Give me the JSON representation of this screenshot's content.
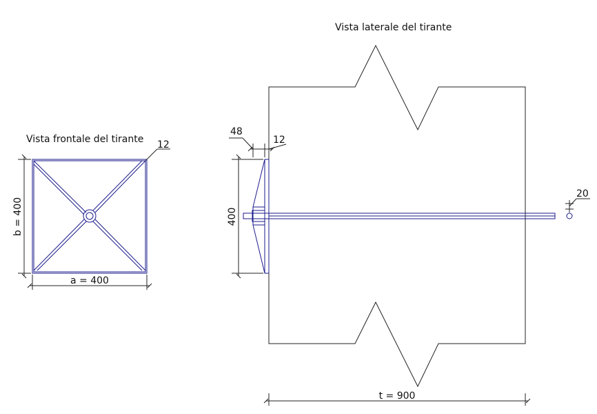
{
  "front_view": {
    "title": "Vista frontale del tirante",
    "dim_width": "a = 400",
    "dim_height": "b = 400",
    "dim_plate_thickness": "12"
  },
  "side_view": {
    "title": "Vista laterale del tirante",
    "dim_plate_height": "400",
    "dim_stiffener": "48",
    "dim_plate_thickness": "12",
    "dim_rod_diameter": "20",
    "dim_wall_thickness": "t = 900"
  },
  "colors": {
    "line": "#222222",
    "plate": "#1a1a8c",
    "background": "#ffffff"
  }
}
